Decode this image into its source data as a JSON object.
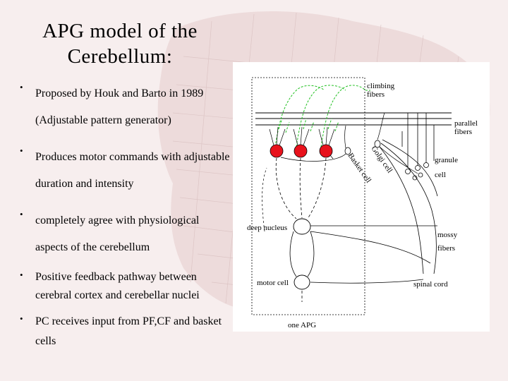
{
  "slide": {
    "title": "APG model of the Cerebellum:",
    "bullet_glyph": "•",
    "bullets": [
      "Proposed by Houk and Barto in 1989 (Adjustable pattern generator)",
      "Produces motor commands with adjustable duration and intensity",
      "completely agree with physiological aspects of the cerebellum",
      "Positive feedback pathway between cerebral cortex and cerebellar nuclei",
      "PC receives input from PF,CF and basket cells"
    ]
  },
  "diagram": {
    "labels": {
      "climbing_fibers": [
        "climbing",
        "fibers"
      ],
      "parallel_fibers": [
        "parallel",
        "fibers"
      ],
      "granule_cell": [
        "granule",
        "cell"
      ],
      "basket_cell": "Basket cell",
      "golgi_cell": "Golgi cell",
      "deep_nucleus": "deep nucleus",
      "mossy_fibers": [
        "mossy",
        "fibers"
      ],
      "motor_cell": "motor cell",
      "spinal_cord": "spinal cord",
      "one_apg": "one APG"
    },
    "colors": {
      "purkinje_cell": "#e8121c",
      "climbing_fiber": "#22c022",
      "line": "#000000",
      "background_mesh": "#d9c0c0"
    }
  }
}
